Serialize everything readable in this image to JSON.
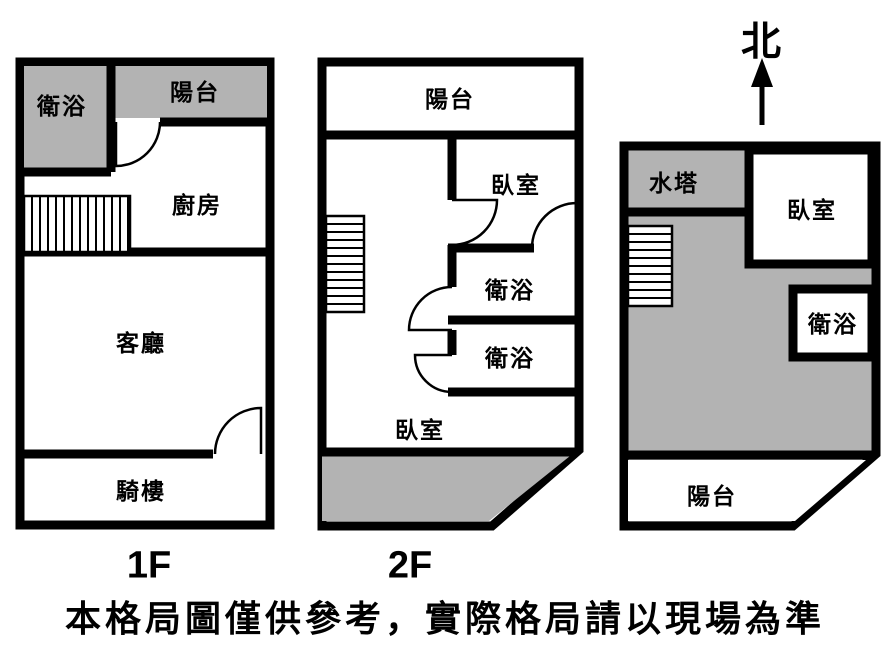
{
  "title": "apartment-floor-plan",
  "colors": {
    "wall": "#000000",
    "shaded_area": "#b3b3b3",
    "background": "#ffffff"
  },
  "north": {
    "label": "北"
  },
  "disclaimer": "本格局圖僅供參考，實際格局請以現場為準",
  "floors": {
    "f1": {
      "name": "1F",
      "rooms": [
        {
          "label": "衛浴"
        },
        {
          "label": "陽台"
        },
        {
          "label": "廚房"
        },
        {
          "label": "客廳"
        },
        {
          "label": "騎樓"
        }
      ]
    },
    "f2": {
      "name": "2F",
      "rooms": [
        {
          "label": "陽台"
        },
        {
          "label": "臥室"
        },
        {
          "label": "衛浴"
        },
        {
          "label": "衛浴"
        },
        {
          "label": "臥室"
        }
      ]
    },
    "f3": {
      "rooms": [
        {
          "label": "水塔"
        },
        {
          "label": "臥室"
        },
        {
          "label": "衛浴"
        },
        {
          "label": "陽台"
        }
      ]
    }
  }
}
